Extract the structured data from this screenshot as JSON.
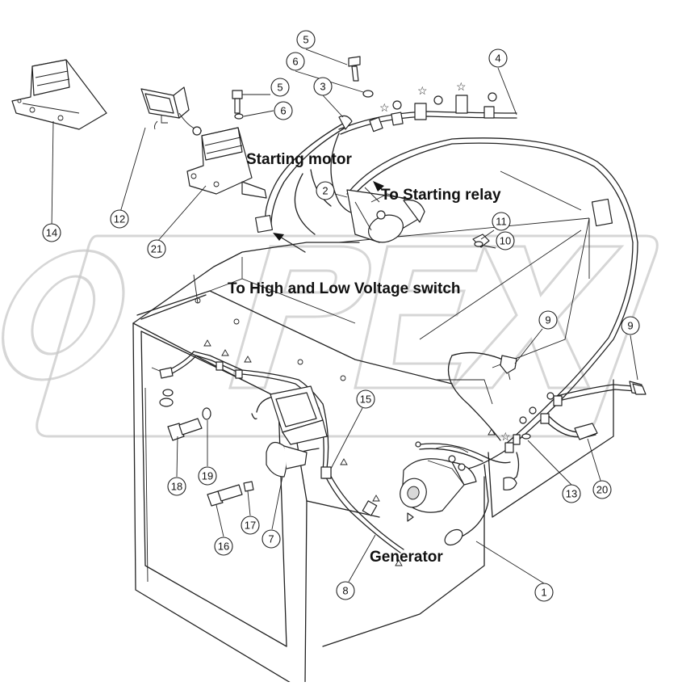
{
  "watermark": "OPEX",
  "labels": {
    "starting_motor": "Starting motor",
    "to_starting_relay": "To Starting relay",
    "to_hl_voltage_switch": "To High and Low Voltage switch",
    "generator": "Generator"
  },
  "callouts": {
    "c1": "1",
    "c2": "2",
    "c3": "3",
    "c4": "4",
    "c5a": "5",
    "c5b": "5",
    "c6a": "6",
    "c6b": "6",
    "c7": "7",
    "c8": "8",
    "c9a": "9",
    "c9b": "9",
    "c10": "10",
    "c11": "11",
    "c12": "12",
    "c13": "13",
    "c14": "14",
    "c15": "15",
    "c16": "16",
    "c17": "17",
    "c18": "18",
    "c19": "19",
    "c20": "20",
    "c21": "21"
  },
  "colors": {
    "line": "#222222",
    "watermark": "#c8c8c8"
  }
}
